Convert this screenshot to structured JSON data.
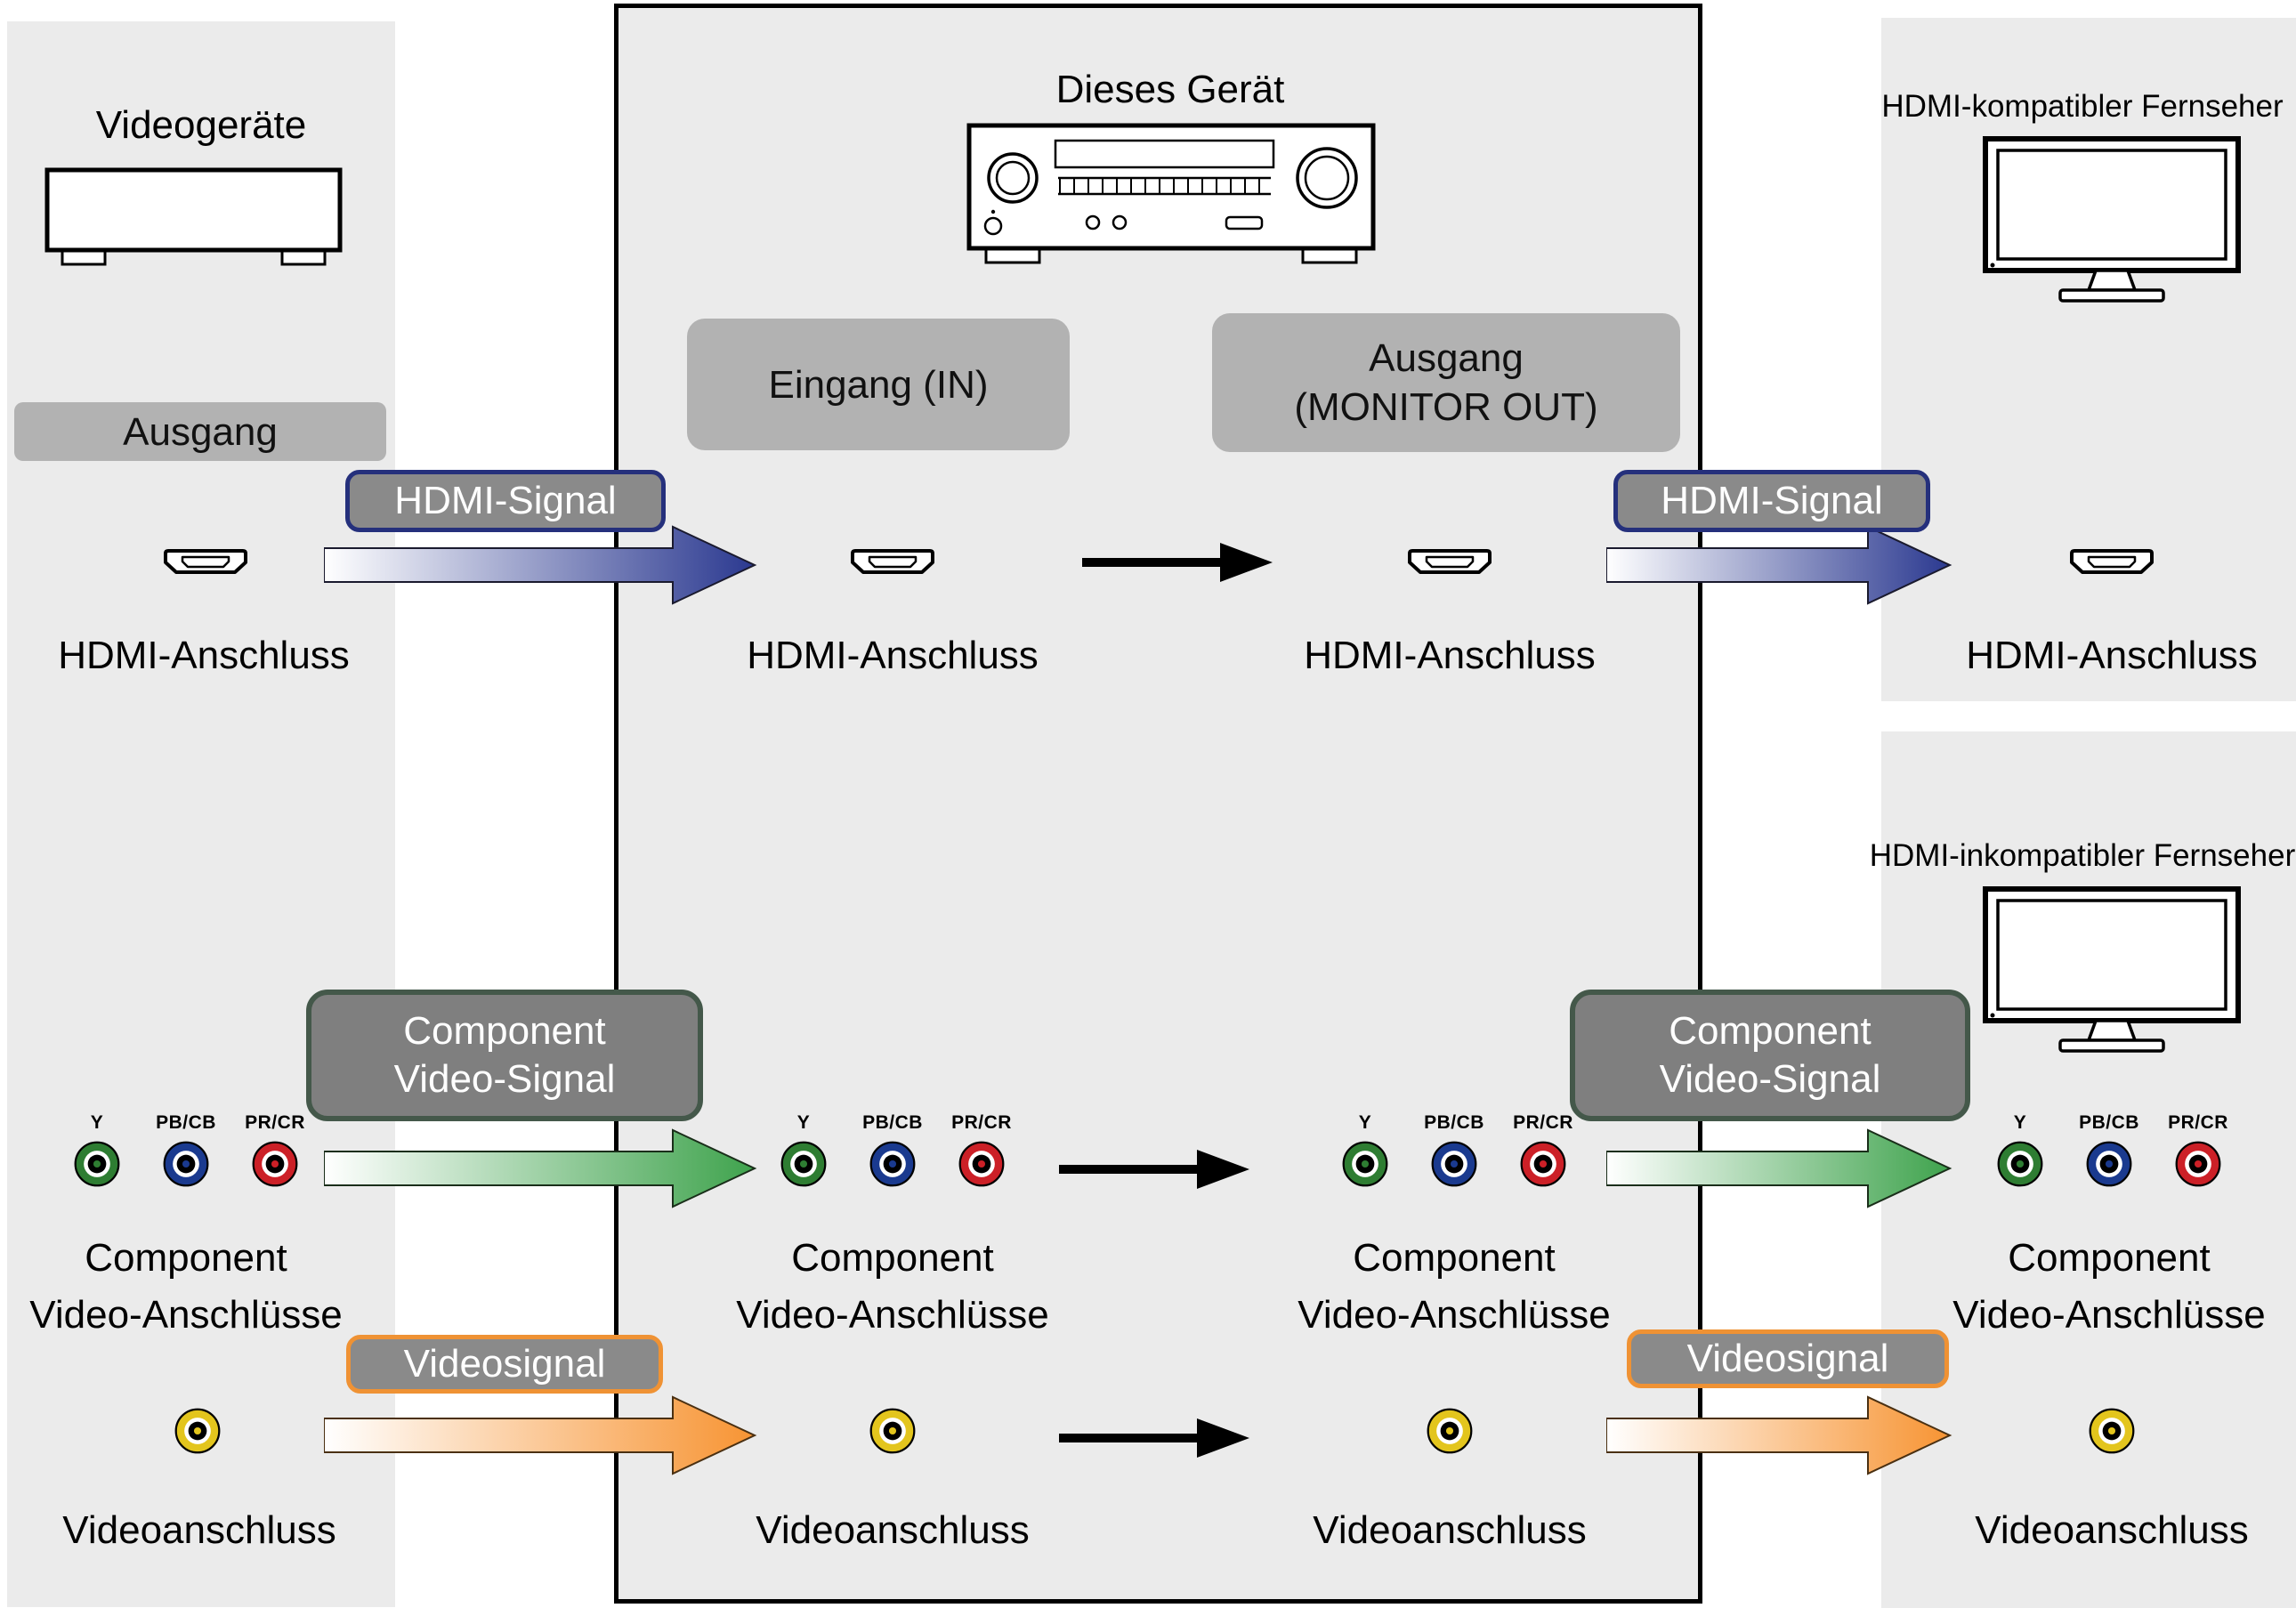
{
  "source": {
    "title": "Videogeräte",
    "output_label": "Ausgang"
  },
  "device": {
    "title": "Dieses Gerät",
    "input_label": "Eingang (IN)",
    "output_label": "Ausgang\n(MONITOR OUT)"
  },
  "tv_hdmi": {
    "title": "HDMI-kompatibler Fernseher"
  },
  "tv_non_hdmi": {
    "title": "HDMI-inkompatibler Fernseher"
  },
  "signals": {
    "hdmi": {
      "label": "HDMI-Signal",
      "color": "#2b3990"
    },
    "component": {
      "label": "Component\nVideo-Signal",
      "color": "#3fa34d"
    },
    "video": {
      "label": "Videosignal",
      "color": "#f79433"
    }
  },
  "connectors": {
    "hdmi_label": "HDMI-Anschluss",
    "component_label": "Component\nVideo-Anschlüsse",
    "video_label": "Videoanschluss",
    "component_pins": [
      "Y",
      "PB/CB",
      "PR/CR"
    ],
    "pin_colors": [
      "#2e7d32",
      "#1a3a8f",
      "#cc2027"
    ],
    "video_color": "#e3c51d"
  }
}
